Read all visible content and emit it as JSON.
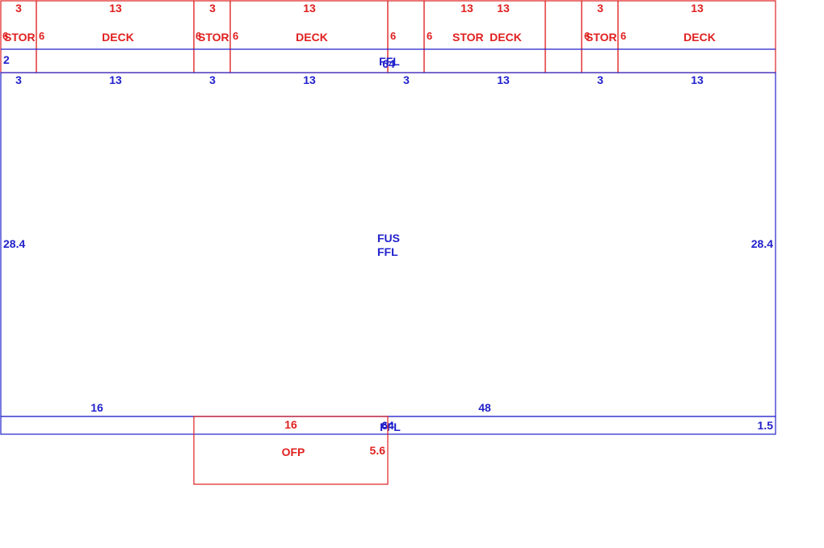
{
  "colors": {
    "red": "#e02020",
    "blue": "#2222cc"
  },
  "top_modules": [
    {
      "stor_width": "3",
      "deck_width": "13",
      "depth_left": "6",
      "stor_label": "STOR",
      "depth_right": "6",
      "deck_label": "DECK"
    },
    {
      "stor_width": "3",
      "deck_width": "13",
      "depth_left": "6",
      "stor_label": "STOR",
      "depth_right": "6",
      "deck_label": "DECK"
    },
    {
      "stor_width": "13",
      "deck_width": "13",
      "depth_left": "6",
      "stor_label": "STOR",
      "depth_right": "6",
      "deck_label": "DECK"
    },
    {
      "stor_width": "3",
      "deck_width": "13",
      "depth_left": "6",
      "stor_label": "STOR",
      "depth_right": "6",
      "deck_label": "DECK"
    }
  ],
  "top_strip": {
    "depth": "2",
    "label": "FFL",
    "width": "64"
  },
  "main_block": {
    "top_widths": [
      "3",
      "13",
      "3",
      "13",
      "3",
      "13",
      "3",
      "13"
    ],
    "side_left": "28.4",
    "side_right": "28.4",
    "label_line1": "FUS",
    "label_line2": "FFL",
    "bottom_left": "16",
    "bottom_right": "48"
  },
  "bottom_strip": {
    "width": "64",
    "label": "FFL",
    "depth": "1.5"
  },
  "ofp": {
    "width": "16",
    "label": "OFP",
    "depth": "5.6"
  }
}
